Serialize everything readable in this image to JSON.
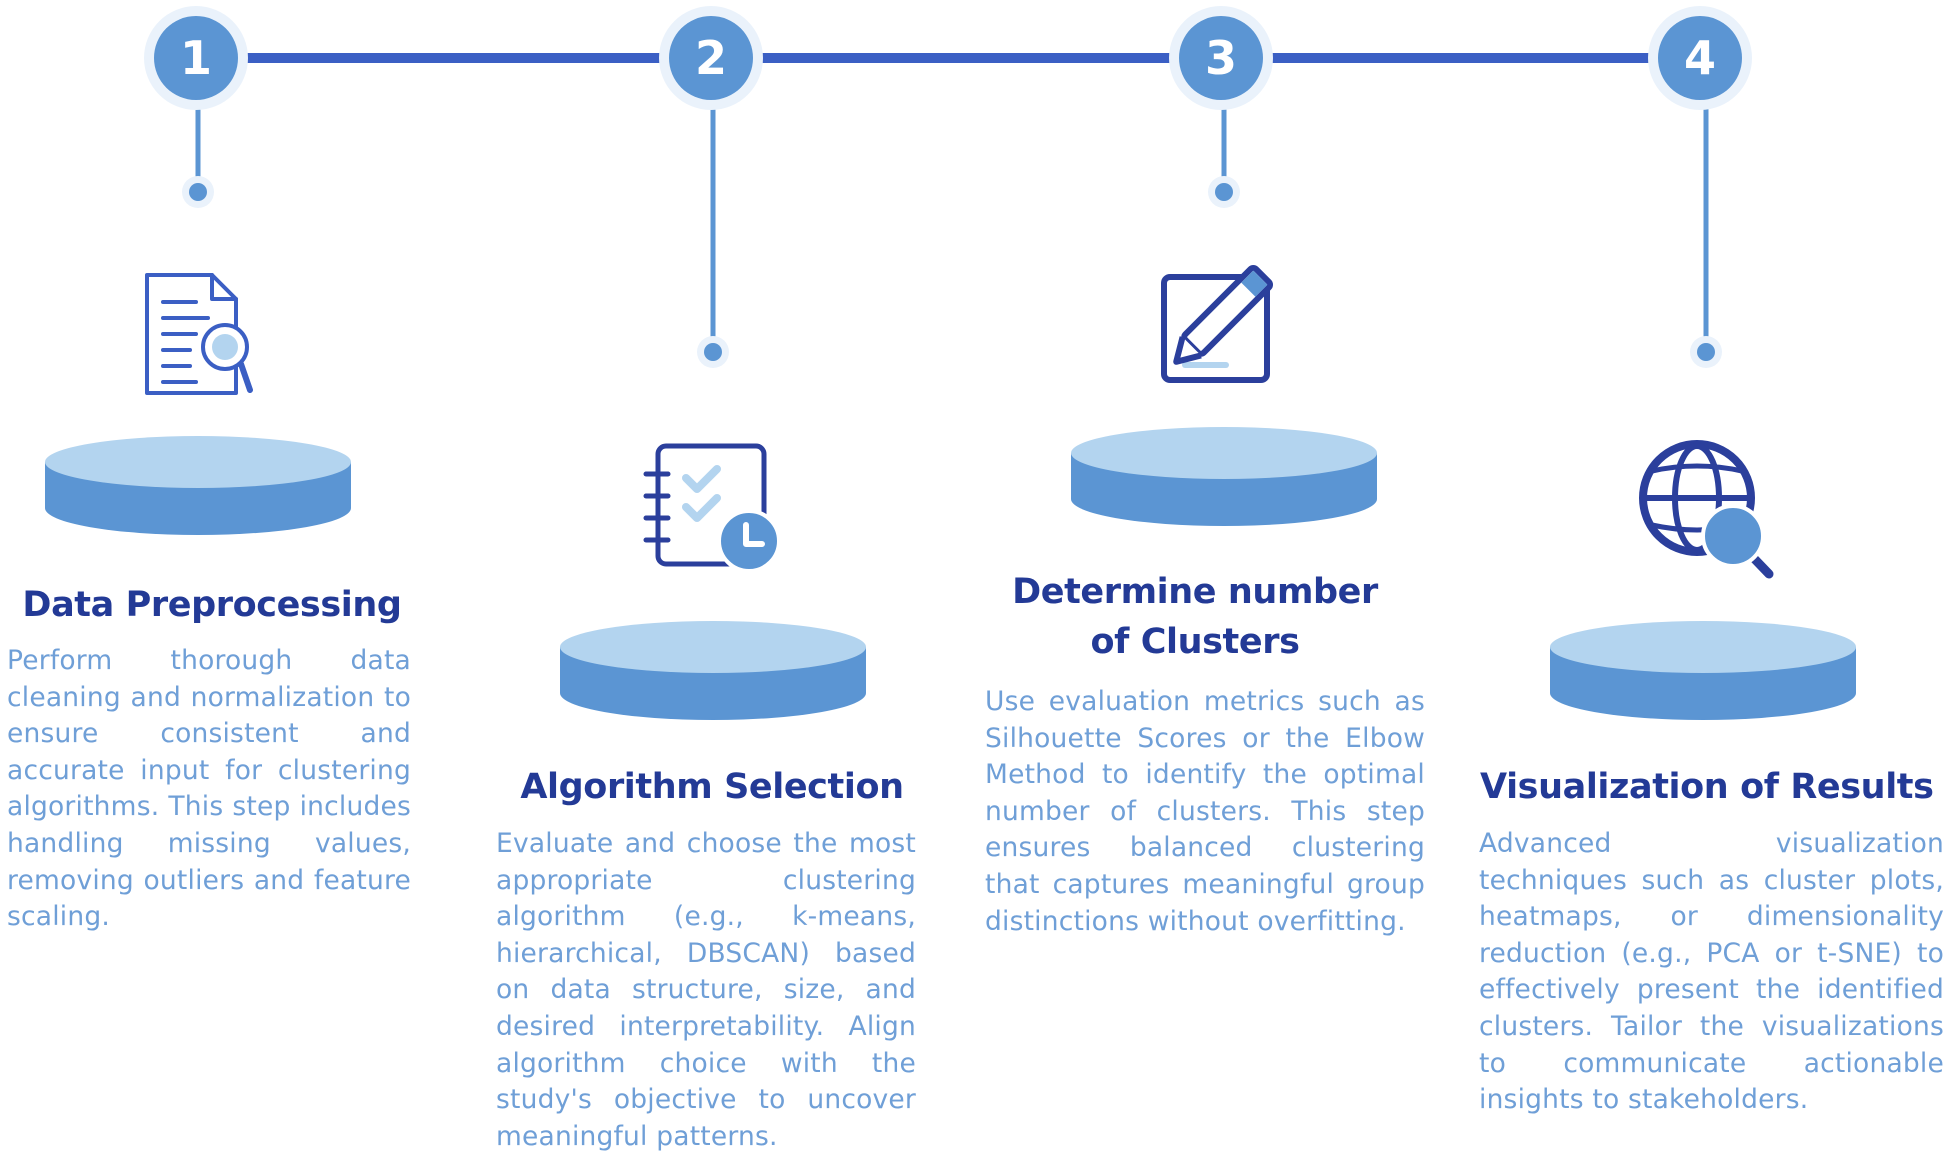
{
  "colors": {
    "navy": "#233a96",
    "connector": "#3b5fc4",
    "badge": "#5b95d3",
    "disc_top": "#b3d4ef",
    "disc_side": "#5b95d3",
    "text_body": "#6f9fd7"
  },
  "steps": [
    {
      "number": "1",
      "icon": "document-search-icon",
      "title": "Data Preprocessing",
      "description": "Perform thorough data cleaning and normalization to ensure consistent and accurate input for clustering algorithms. This step includes handling missing values, removing outliers and feature scaling."
    },
    {
      "number": "2",
      "icon": "checklist-clock-icon",
      "title": "Algorithm Selection",
      "description": "Evaluate and choose the most appropriate clustering algorithm (e.g., k-means, hierarchical, DBSCAN) based on data structure, size, and desired interpretability. Align algorithm choice with the study's objective to uncover meaningful patterns."
    },
    {
      "number": "3",
      "icon": "edit-pencil-icon",
      "title": "Determine number of Clusters",
      "description": "Use evaluation metrics such as Silhouette Scores or the Elbow Method to identify the optimal number of clusters. This step ensures balanced clustering that captures meaningful group distinctions without overfitting."
    },
    {
      "number": "4",
      "icon": "globe-search-icon",
      "title": "Visualization of Results",
      "description": "Advanced visualization techniques such as cluster plots, heatmaps, or dimensionality reduction (e.g., PCA or t-SNE) to effectively present the identified clusters. Tailor the visualizations to communicate actionable insights to stakeholders."
    }
  ]
}
